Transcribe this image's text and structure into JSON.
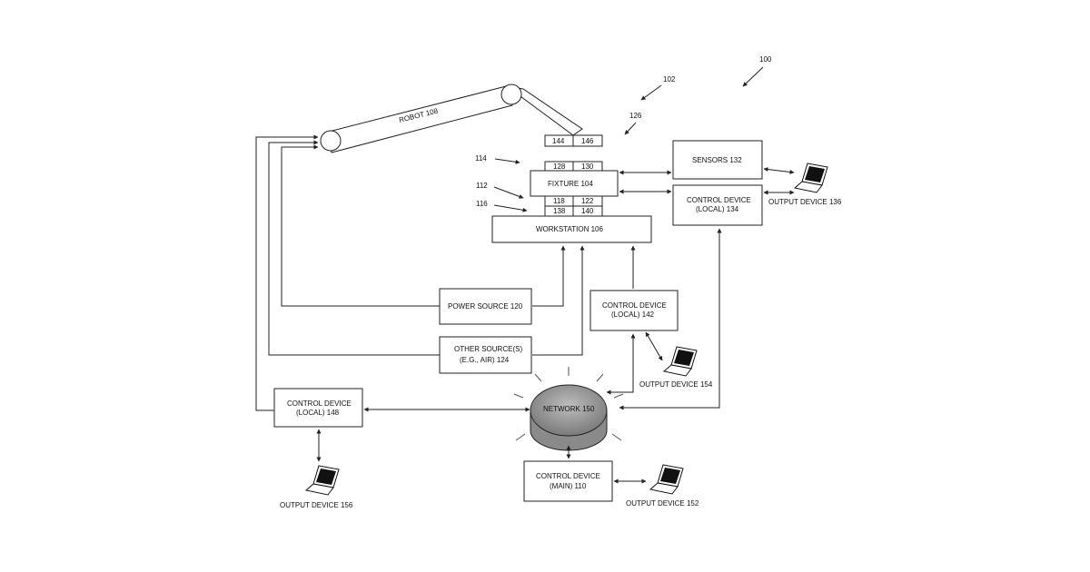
{
  "diagram": {
    "ref_labels": {
      "system": "100",
      "assembly": "102",
      "arm_connector": "126",
      "fixture_top": "114",
      "fixture_mid": "112",
      "fixture_bottom": "116"
    },
    "robot": {
      "label": "ROBOT  108"
    },
    "connectors": {
      "c144": "144",
      "c146": "146",
      "c128": "128",
      "c130": "130",
      "c118": "118",
      "c122": "122",
      "c138": "138",
      "c140": "140"
    },
    "fixture": {
      "label": "FIXTURE  104"
    },
    "workstation": {
      "label": "WORKSTATION     106"
    },
    "sensors": {
      "label": "SENSORS   132"
    },
    "control_device_134": {
      "line1": "CONTROL DEVICE",
      "line2": "(LOCAL)   134"
    },
    "power_source": {
      "label": "POWER SOURCE   120"
    },
    "control_device_142": {
      "line1": "CONTROL DEVICE",
      "line2": "(LOCAL)   142"
    },
    "other_sources": {
      "line1": "OTHER SOURCE(S)",
      "line2": "(E.G., AIR)   124"
    },
    "control_device_148": {
      "line1": "CONTROL DEVICE",
      "line2": "(LOCAL)   148"
    },
    "network": {
      "label": "NETWORK   150"
    },
    "control_device_110": {
      "line1": "CONTROL DEVICE",
      "line2": "(MAIN)   110"
    },
    "output_devices": {
      "od136": "OUTPUT DEVICE  136",
      "od154": "OUTPUT DEVICE   154",
      "od156": "OUTPUT DEVICE    156",
      "od152": "OUTPUT DEVICE    152"
    },
    "icons": [
      "laptop-icon",
      "robot-joint-icon",
      "network-cylinder-icon"
    ]
  }
}
